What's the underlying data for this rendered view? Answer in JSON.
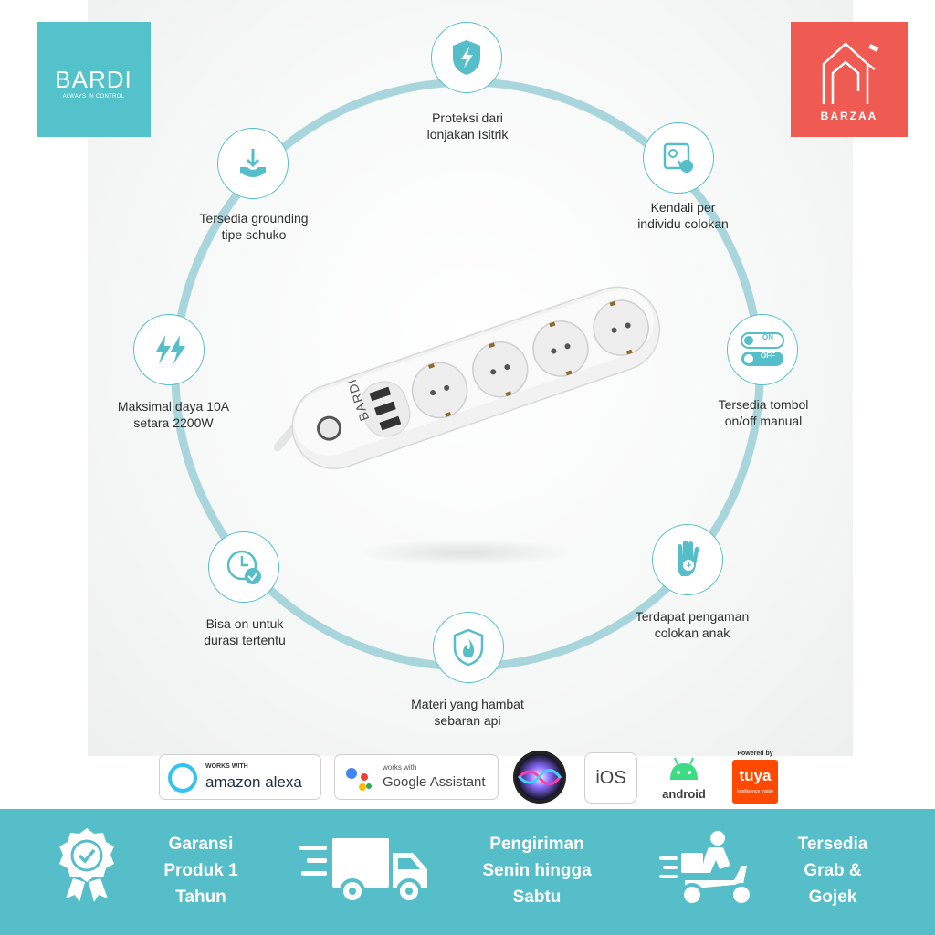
{
  "brand": {
    "bardi_name": "BARDI",
    "bardi_tagline": "ALWAYS IN CONTROL",
    "barzaa_name": "BARZAA"
  },
  "product": {
    "body_brand": "BARDI"
  },
  "features": {
    "surge": [
      "Proteksi dari",
      "lonjakan Isitrik"
    ],
    "grounding": [
      "Tersedia grounding",
      "tipe schuko"
    ],
    "individual": [
      "Kendali per",
      "individu colokan"
    ],
    "power": [
      "Maksimal daya 10A",
      "setara 2200W"
    ],
    "switch": [
      "Tersedia tombol",
      "on/off manual"
    ],
    "timer": [
      "Bisa on untuk",
      "durasi tertentu"
    ],
    "child": [
      "Terdapat pengaman",
      "colokan anak"
    ],
    "fire": [
      "Materi yang hambat",
      "sebaran api"
    ],
    "switch_on_text": "ON",
    "switch_off_text": "OFF"
  },
  "compat": {
    "alexa_top": "WORKS WITH",
    "alexa_main": "amazon alexa",
    "google_top": "works with",
    "google_main": "Google Assistant",
    "ios": "iOS",
    "android": "android",
    "tuya_top": "Powered by",
    "tuya_main": "tuya",
    "tuya_sub": "Intelligence Inside"
  },
  "bottom": {
    "warranty": [
      "Garansi",
      "Produk 1",
      "Tahun"
    ],
    "shipping": [
      "Pengiriman",
      "Senin hingga",
      "Sabtu"
    ],
    "courier": [
      "Tersedia",
      "Grab &",
      "Gojek"
    ]
  },
  "colors": {
    "teal": "#55bec8",
    "bardi_bg": "#53c2ca",
    "barzaa_bg": "#ef5b53",
    "ring": "#a9d6dc"
  }
}
